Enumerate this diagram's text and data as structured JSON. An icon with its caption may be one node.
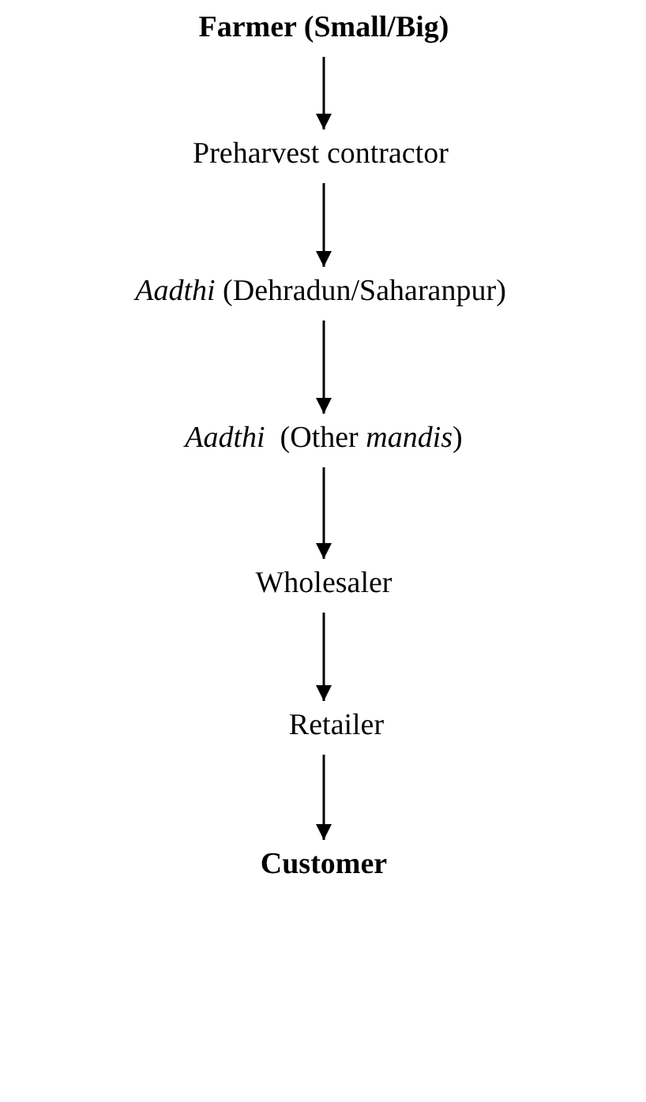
{
  "diagram": {
    "nodes": [
      {
        "text": [
          "Farmer (Small/Big)"
        ]
      },
      {
        "text": [
          "Preharvest contractor"
        ]
      },
      {
        "text": [
          "*Aadthi* (Dehradun/Saharanpur)"
        ]
      },
      {
        "text": [
          "*Aadthi*  (Other *mandis*)"
        ]
      },
      {
        "text": [
          "Wholesaler"
        ]
      },
      {
        "text": [
          "Retailer"
        ]
      },
      {
        "text": [
          "Customer"
        ]
      }
    ],
    "edges": [
      {
        "from": 0,
        "to": 1,
        "arrow": "to"
      },
      {
        "from": 1,
        "to": 2,
        "arrow": "to"
      },
      {
        "from": 2,
        "to": 3,
        "arrow": "to"
      },
      {
        "from": 3,
        "to": 4,
        "arrow": "to"
      },
      {
        "from": 4,
        "to": 5,
        "arrow": "to"
      },
      {
        "from": 5,
        "to": 6,
        "arrow": "to"
      }
    ]
  }
}
